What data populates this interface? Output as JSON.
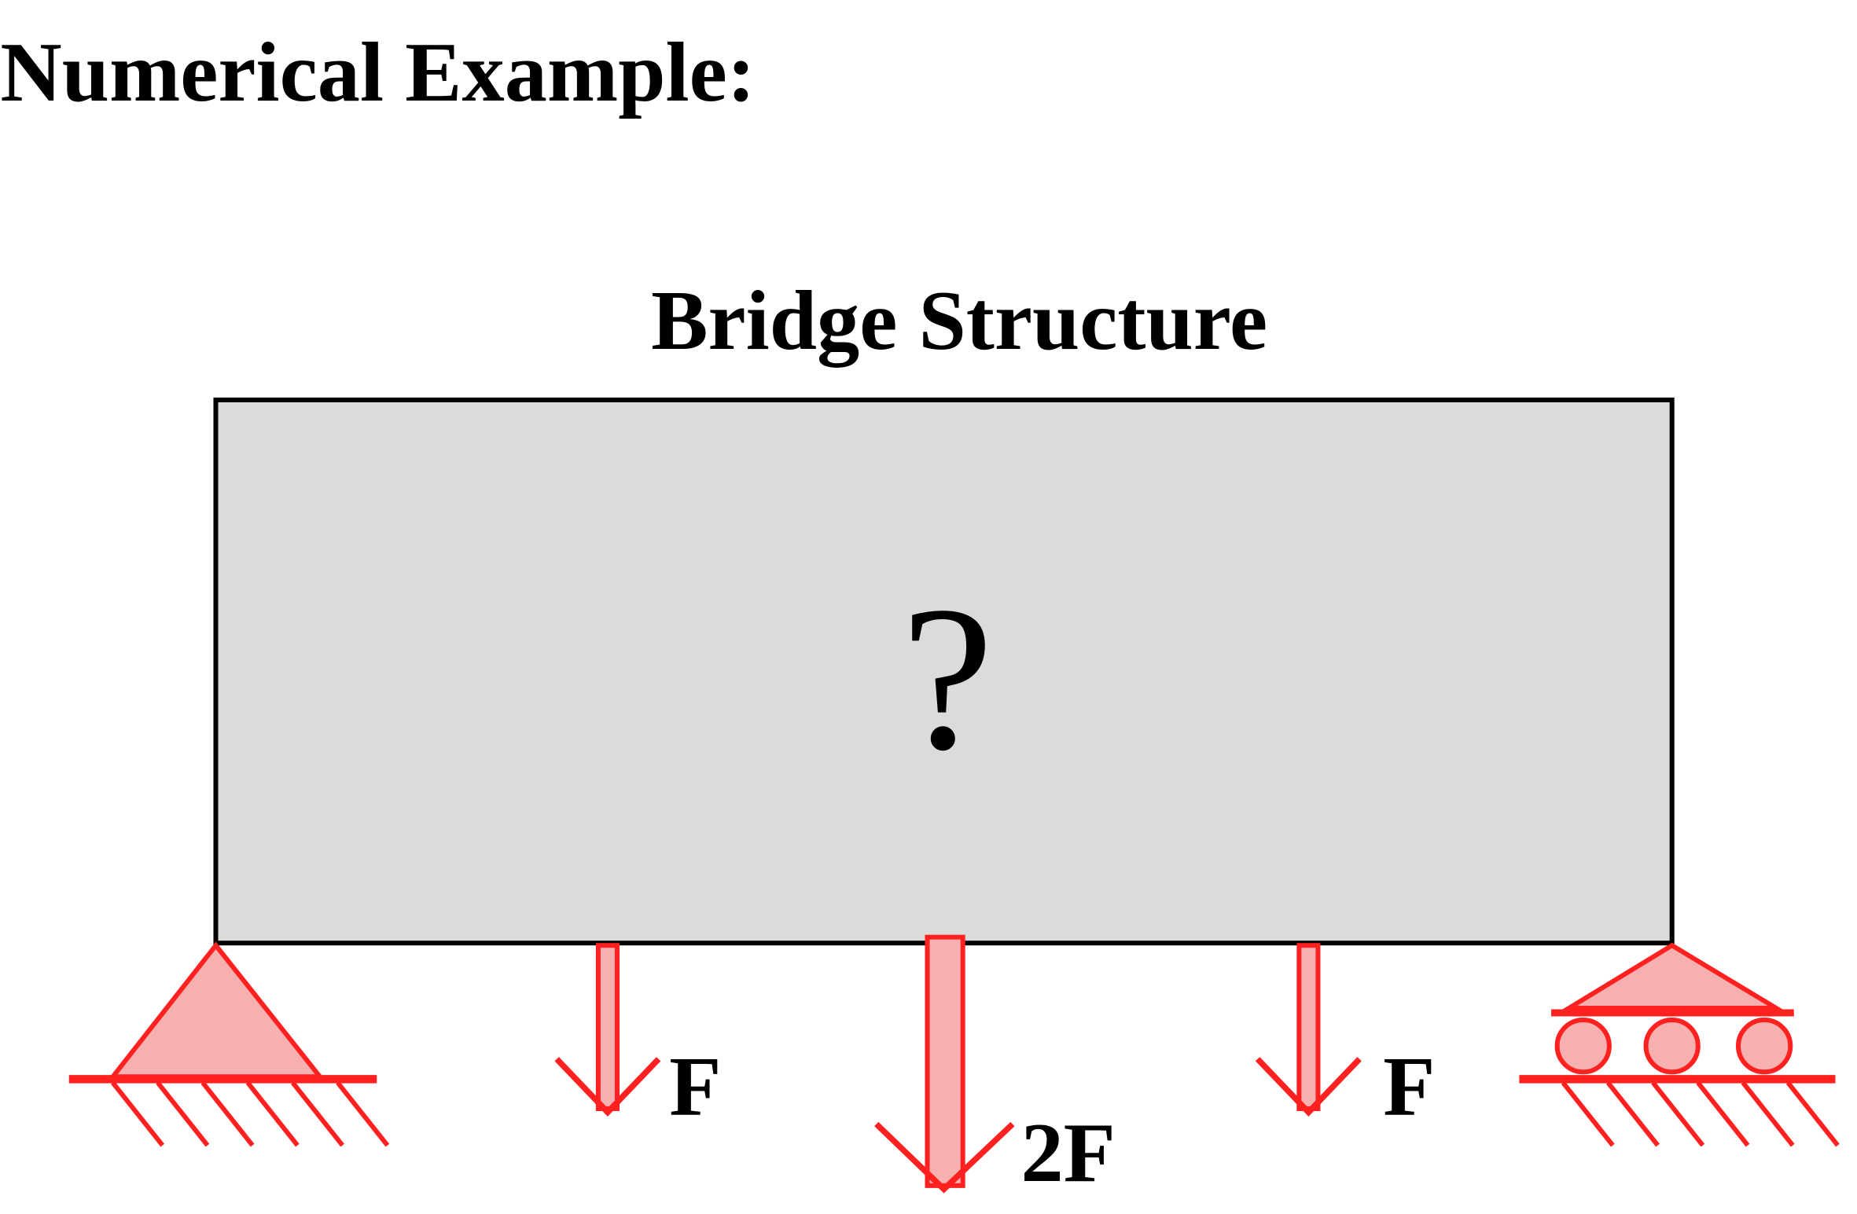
{
  "heading": "Numerical Example:",
  "diagram": {
    "title": "Bridge Structure",
    "unknown_mark": "?",
    "loads": [
      {
        "label": "F"
      },
      {
        "label": "2F"
      },
      {
        "label": "F"
      }
    ],
    "colors": {
      "support": "#ff2020",
      "support_fill": "#f6b0b0",
      "box_fill": "#dcdbdb"
    }
  }
}
